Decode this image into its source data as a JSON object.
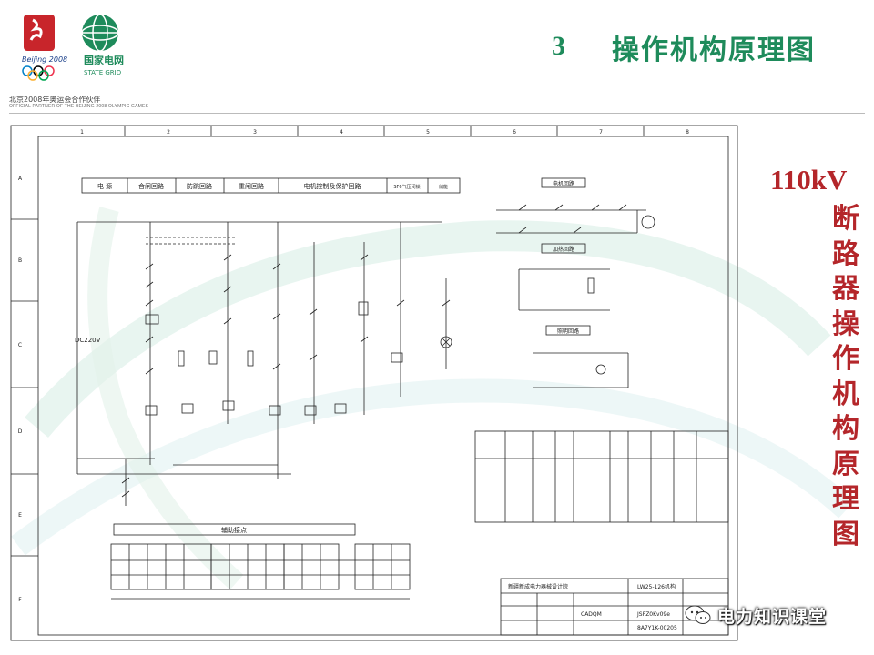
{
  "header": {
    "slide_number": "3",
    "title": "操作机构原理图",
    "logo_caption": "北京2008年奥运会合作伙伴",
    "logo_caption_en": "OFFICIAL PARTNER OF THE BEIJING 2008 OLYMPIC GAMES",
    "logo_beijing": "Beijing 2008",
    "logo_sgcc_cn": "国家电网",
    "logo_sgcc_en": "STATE GRID"
  },
  "side_title": {
    "en": "110kV",
    "zh": [
      "断",
      "路",
      "器",
      "操",
      "作",
      "机",
      "构",
      "原",
      "理",
      "图"
    ]
  },
  "schematic": {
    "column_labels": [
      "1",
      "2",
      "3",
      "4",
      "5",
      "6",
      "7",
      "8"
    ],
    "row_labels": [
      "A",
      "B",
      "C",
      "D",
      "E",
      "F"
    ],
    "section_headers": [
      "电 源",
      "合闸回路",
      "防跳回路",
      "重闸回路",
      "电机控制及保护回路",
      "SF6气压闭锁",
      "储能"
    ],
    "right_box_titles": [
      "电机回路",
      "加热回路",
      "照明回路"
    ],
    "voltage_label": "DC220V",
    "aux_contacts_title": "辅助接点",
    "title_block": {
      "company": "新疆新成电力器械设计院",
      "model": "LW25-126机构",
      "drawing_no": "JSPZ0Kv09e",
      "code": "8A7Y1K-00205",
      "cad": "CADQM"
    },
    "colors": {
      "line": "#222222",
      "accent": "#1e8b5b",
      "red": "#b4262a"
    }
  },
  "watermark": {
    "text": "电力知识课堂",
    "icon": "wechat-icon"
  }
}
